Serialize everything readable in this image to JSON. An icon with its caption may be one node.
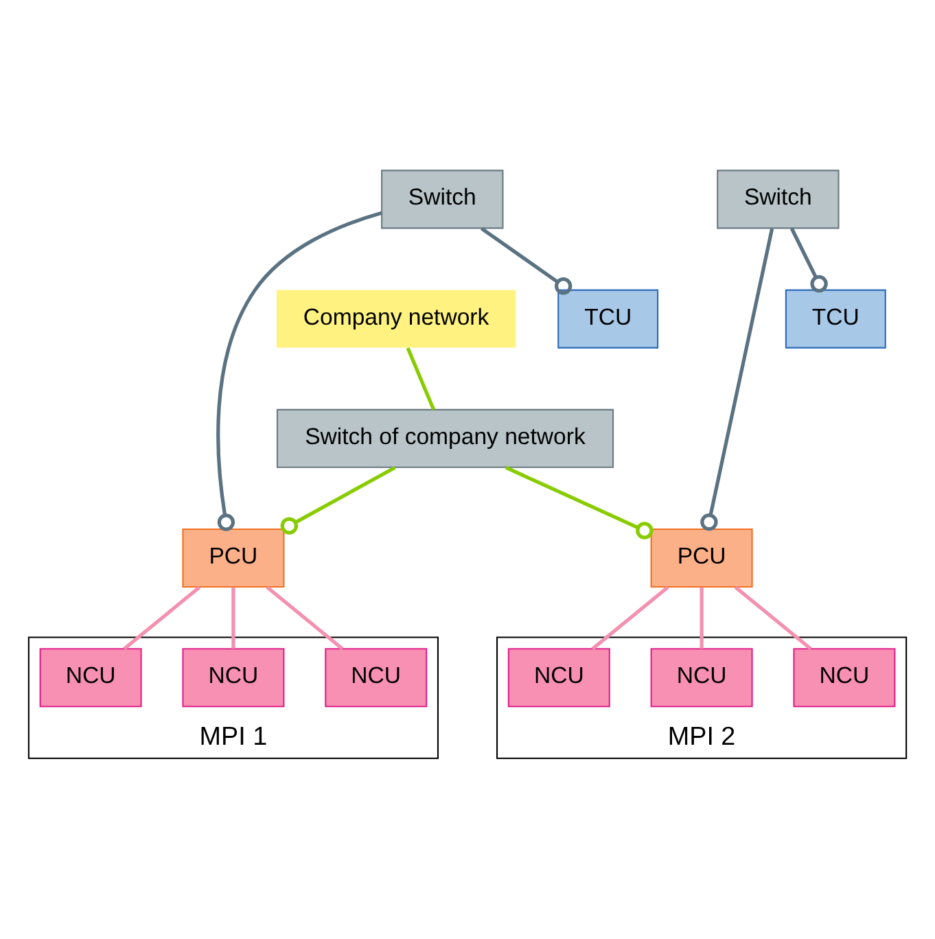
{
  "diagram": {
    "nodes": [
      {
        "text": [
          "Company network"
        ]
      },
      {
        "text": [
          "TCU"
        ]
      },
      {
        "text": [
          "TCU"
        ]
      },
      {
        "text": [
          "Switch of company network"
        ]
      },
      {
        "text": [
          "Switch"
        ]
      },
      {
        "text": [
          "Switch"
        ]
      },
      {
        "text": [
          "PCU"
        ]
      },
      {
        "text": [
          "PCU"
        ]
      },
      {
        "text": [
          "MPI 1"
        ]
      },
      {
        "text": [
          "NCU"
        ],
        "in": 8
      },
      {
        "text": [
          "NCU"
        ],
        "in": 8
      },
      {
        "text": [
          "NCU"
        ],
        "in": 8
      },
      {
        "text": [
          "MPI 2"
        ]
      },
      {
        "text": [
          "NCU"
        ],
        "in": 12
      },
      {
        "text": [
          "NCU"
        ],
        "in": 12
      },
      {
        "text": [
          "NCU"
        ],
        "in": 12
      }
    ],
    "edges": [
      {
        "from": 0,
        "to": 3,
        "arrow": "none",
        "color": "#88cc00"
      },
      {
        "from": 4,
        "to": 1,
        "arrow": "other",
        "color": "#5a7282"
      },
      {
        "from": 5,
        "to": 2,
        "arrow": "other",
        "color": "#5a7282"
      },
      {
        "from": 4,
        "to": 6,
        "arrow": "other",
        "color": "#5a7282"
      },
      {
        "from": 5,
        "to": 7,
        "arrow": "other",
        "color": "#5a7282"
      },
      {
        "from": 3,
        "to": 6,
        "arrow": "other",
        "color": "#88cc00"
      },
      {
        "from": 3,
        "to": 7,
        "arrow": "other",
        "color": "#88cc00"
      },
      {
        "from": 6,
        "to": 9,
        "arrow": "none",
        "color": "#f490b0"
      },
      {
        "from": 6,
        "to": 10,
        "arrow": "none",
        "color": "#f490b0"
      },
      {
        "from": 6,
        "to": 11,
        "arrow": "none",
        "color": "#f490b0"
      },
      {
        "from": 7,
        "to": 13,
        "arrow": "none",
        "color": "#f490b0"
      },
      {
        "from": 7,
        "to": 14,
        "arrow": "none",
        "color": "#f490b0"
      },
      {
        "from": 7,
        "to": 15,
        "arrow": "none",
        "color": "#f490b0"
      }
    ]
  }
}
